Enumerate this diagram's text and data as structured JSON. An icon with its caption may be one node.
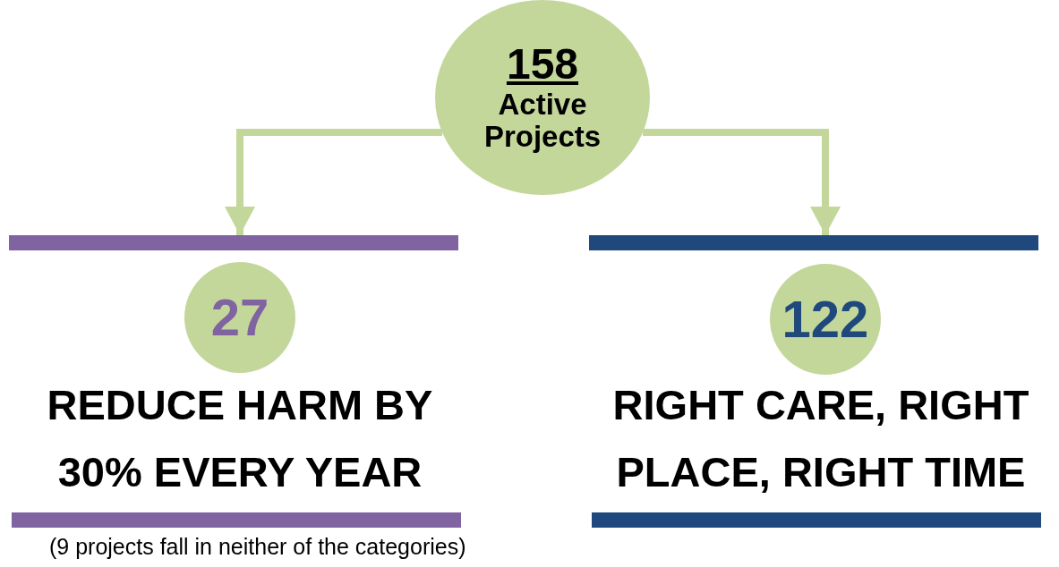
{
  "diagram": {
    "nodes": [
      {
        "text": [
          "158",
          "Active Projects"
        ]
      },
      {
        "text": [],
        "shape": "bar"
      },
      {
        "text": [],
        "shape": "bar"
      },
      {
        "text": [
          "27"
        ]
      },
      {
        "text": [
          "122"
        ]
      },
      {
        "text": [],
        "shape": "bar"
      },
      {
        "text": [],
        "shape": "bar"
      }
    ],
    "edges": [
      {
        "from": 0,
        "to": 1,
        "arrow": "to"
      },
      {
        "from": 0,
        "to": 2,
        "arrow": "to"
      }
    ],
    "labels": [
      "REDUCE HARM BY 30% EVERY YEAR",
      "RIGHT CARE, RIGHT PLACE, RIGHT TIME",
      "(9 projects fall in neither of the categories)"
    ]
  }
}
